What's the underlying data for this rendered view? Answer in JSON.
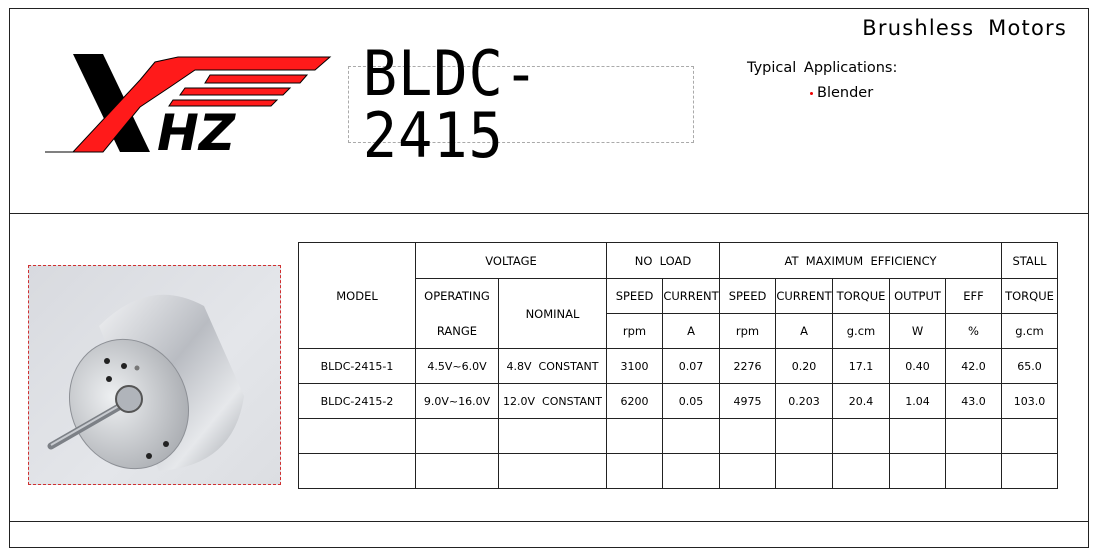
{
  "header": {
    "brand_logo_text": "XHZ",
    "model_title": "BLDC-2415",
    "category": "Brushless Motors",
    "applications_label": "Typical Applications:",
    "applications": [
      "Blender"
    ]
  },
  "colors": {
    "brand_red": "#ff1a1a",
    "brand_black": "#000000",
    "border": "#222222",
    "bullet_red": "#e00000"
  },
  "product_image": {
    "alt": "Silver cylindrical brushless DC motor with shaft"
  },
  "spec_table": {
    "groups": {
      "model": "MODEL",
      "voltage": "VOLTAGE",
      "no_load": "NO  LOAD",
      "max_eff": "AT  MAXIMUM  EFFICIENCY",
      "stall": "STALL"
    },
    "subheaders": {
      "operating": "OPERATING",
      "range": "RANGE",
      "nominal": "NOMINAL",
      "nl_speed": "SPEED",
      "nl_current": "CURRENT",
      "me_speed": "SPEED",
      "me_current": "CURRENT",
      "me_torque": "TORQUE",
      "me_output": "OUTPUT",
      "me_eff": "EFF",
      "st_torque": "TORQUE"
    },
    "units": {
      "nl_speed": "rpm",
      "nl_current": "A",
      "me_speed": "rpm",
      "me_current": "A",
      "me_torque": "g.cm",
      "me_output": "W",
      "me_eff": "%",
      "st_torque": "g.cm"
    },
    "rows": [
      {
        "model": "BLDC-2415-1",
        "operating_range": "4.5V~6.0V",
        "nominal": "4.8V  CONSTANT",
        "nl_speed": "3100",
        "nl_current": "0.07",
        "me_speed": "2276",
        "me_current": "0.20",
        "me_torque": "17.1",
        "me_output": "0.40",
        "me_eff": "42.0",
        "st_torque": "65.0"
      },
      {
        "model": "BLDC-2415-2",
        "operating_range": "9.0V~16.0V",
        "nominal": "12.0V  CONSTANT",
        "nl_speed": "6200",
        "nl_current": "0.05",
        "me_speed": "4975",
        "me_current": "0.203",
        "me_torque": "20.4",
        "me_output": "1.04",
        "me_eff": "43.0",
        "st_torque": "103.0"
      },
      {
        "model": "",
        "operating_range": "",
        "nominal": "",
        "nl_speed": "",
        "nl_current": "",
        "me_speed": "",
        "me_current": "",
        "me_torque": "",
        "me_output": "",
        "me_eff": "",
        "st_torque": ""
      },
      {
        "model": "",
        "operating_range": "",
        "nominal": "",
        "nl_speed": "",
        "nl_current": "",
        "me_speed": "",
        "me_current": "",
        "me_torque": "",
        "me_output": "",
        "me_eff": "",
        "st_torque": ""
      }
    ]
  }
}
